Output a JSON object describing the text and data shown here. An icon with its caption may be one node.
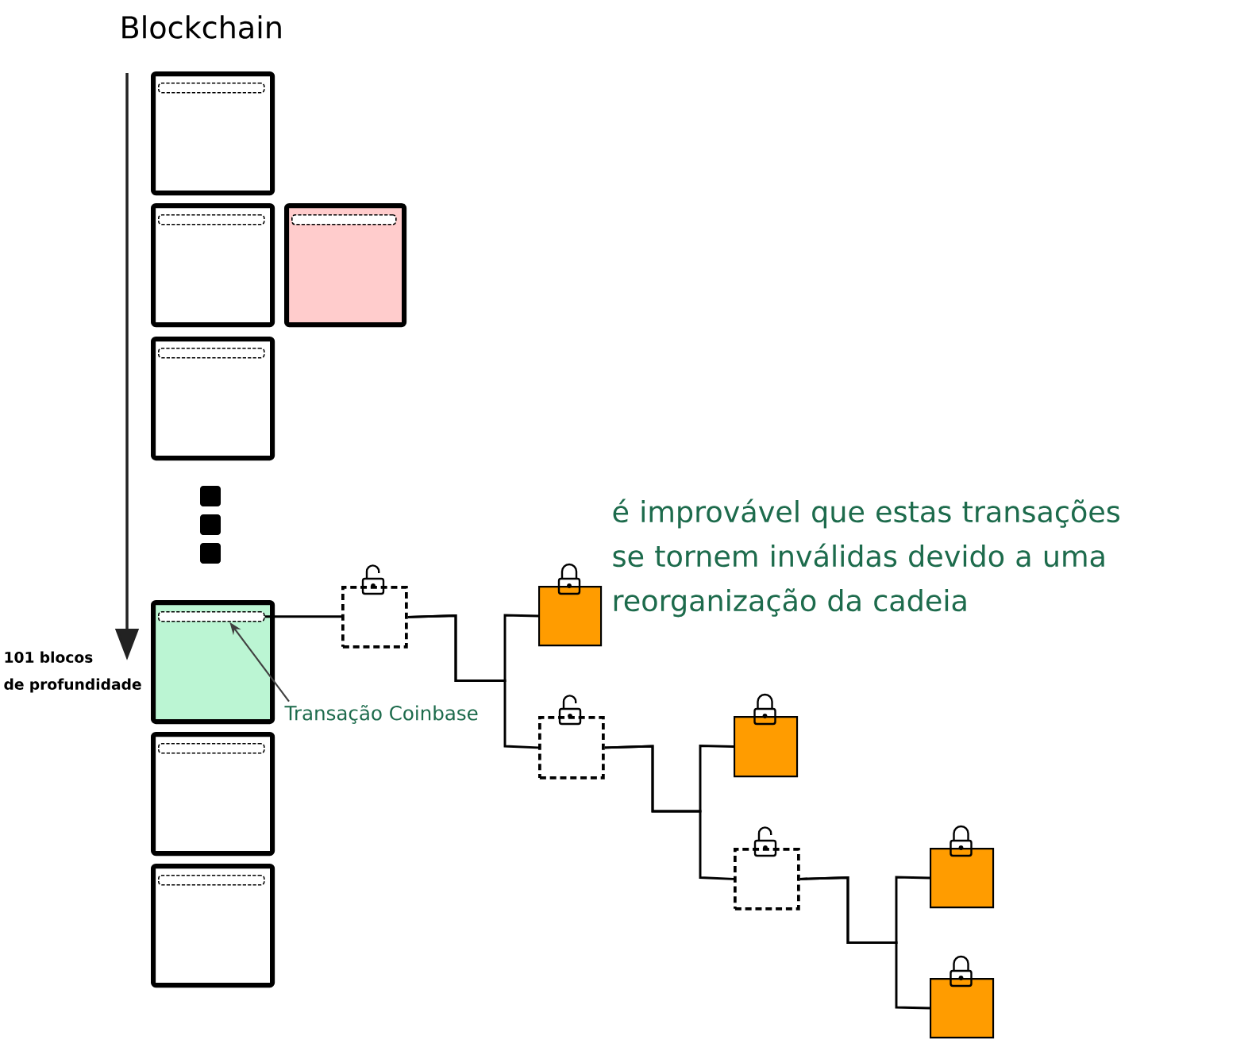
{
  "diagram": {
    "title": "Blockchain",
    "nodes": [
      {
        "text": [],
        "shape": "box"
      },
      {
        "text": [],
        "shape": "box",
        "in": 0
      },
      {
        "text": [],
        "shape": "box"
      },
      {
        "text": [],
        "shape": "box",
        "in": 2
      },
      {
        "text": [],
        "shape": "box"
      },
      {
        "text": [],
        "shape": "box",
        "in": 4
      },
      {
        "text": [],
        "shape": "box"
      },
      {
        "text": [],
        "shape": "box",
        "in": 6
      },
      {
        "text": [],
        "shape": "box"
      },
      {
        "text": [],
        "shape": "box",
        "in": 8
      },
      {
        "text": [],
        "shape": "box"
      },
      {
        "text": [],
        "shape": "box",
        "in": 10
      },
      {
        "text": [],
        "shape": "box"
      },
      {
        "text": [],
        "shape": "box",
        "in": 12
      },
      {
        "text": [
          "Transação Coinbase"
        ]
      },
      {
        "text": [],
        "shape": "box"
      },
      {
        "text": [],
        "shape": "box"
      },
      {
        "text": [],
        "shape": "box"
      },
      {
        "text": [],
        "shape": "box"
      },
      {
        "text": [],
        "shape": "box"
      },
      {
        "text": [],
        "shape": "box"
      },
      {
        "text": [],
        "shape": "box"
      }
    ],
    "edges": [
      {
        "from": 14,
        "to": 9,
        "arrow": "to",
        "color": "#404040"
      },
      {
        "from": 9,
        "to": 15,
        "arrow": "none"
      },
      {
        "from": 15,
        "to": 16,
        "arrow": "none"
      },
      {
        "from": 15,
        "to": 17,
        "arrow": "none"
      },
      {
        "from": 17,
        "to": 18,
        "arrow": "none"
      },
      {
        "from": 17,
        "to": 19,
        "arrow": "none"
      },
      {
        "from": 19,
        "to": 20,
        "arrow": "none"
      },
      {
        "from": 19,
        "to": 21,
        "arrow": "none"
      }
    ],
    "labels": [
      "é improvável que estas transações se tornem inválidas devido a uma reorganização da cadeia",
      "101 blocos de profundidade"
    ]
  }
}
